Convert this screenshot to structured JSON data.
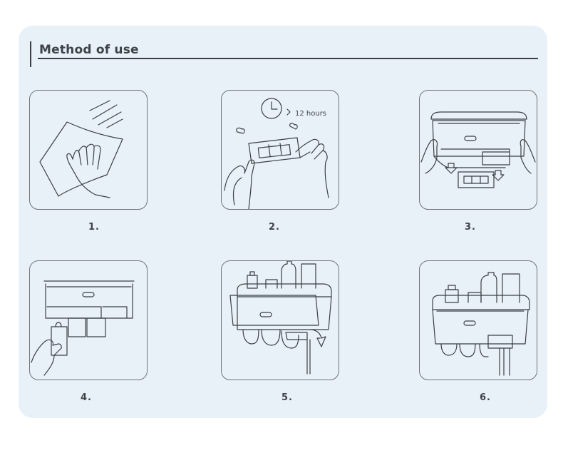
{
  "title": "Method of use",
  "steps": [
    "1.",
    "2.",
    "3.",
    "4.",
    "5.",
    "6."
  ],
  "step2_timer": "12 hours",
  "colors": {
    "background": "#e8f1f8",
    "line": "#3a3f45",
    "text": "#3e434a"
  },
  "icons": [
    "cloth-wipe-hand",
    "clock-icon",
    "adhesive-strip-hands",
    "mount-press-hands",
    "hang-cup-hand",
    "toothpaste-dispenser-assembled"
  ]
}
